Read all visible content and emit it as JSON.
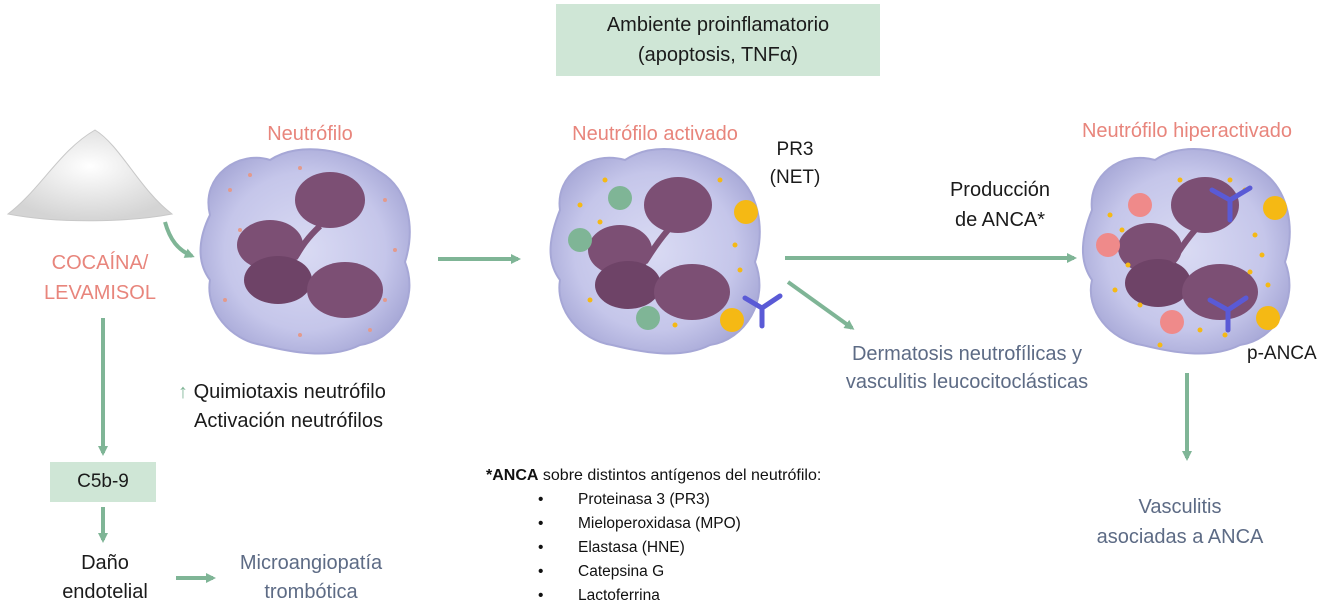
{
  "env_box": {
    "line1": "Ambiente proinflamatorio",
    "line2": "(apoptosis, TNFα)"
  },
  "labels": {
    "neutrofilo": "Neutrófilo",
    "neutrofilo_activado": "Neutrófilo activado",
    "neutrofilo_hiperactivado": "Neutrófilo hiperactivado",
    "cocaina_line1": "COCAÍNA/",
    "cocaina_line2": "LEVAMISOL",
    "pr3_line1": "PR3",
    "pr3_line2": "(NET)",
    "produccion_line1": "Producción",
    "produccion_line2": "de ANCA*",
    "p_anca": "p-ANCA",
    "dermatosis_line1": "Dermatosis neutrofílicas y",
    "dermatosis_line2": "vasculitis leucocitoclásticas",
    "quimiotaxis_arrow": "↑",
    "quimiotaxis": "Quimiotaxis neutrófilo",
    "activacion": "Activación neutrófilos",
    "c5b9": "C5b-9",
    "dano_line1": "Daño",
    "dano_line2": "endotelial",
    "micro_line1": "Microangiopatía",
    "micro_line2": "trombótica",
    "vasculitis_line1": "Vasculitis",
    "vasculitis_line2": "asociadas a ANCA"
  },
  "anca_note": {
    "prefix": "*ANCA",
    "text": " sobre distintos antígenos del neutrófilo:",
    "items": [
      "Proteinasa 3 (PR3)",
      "Mieloperoxidasa (MPO)",
      "Elastasa (HNE)",
      "Catepsina G",
      "Lactoferrina"
    ]
  },
  "colors": {
    "arrow": "#7fb596",
    "box_fill": "#cfe6d6",
    "salmon_text": "#e8857c",
    "slate_text": "#5d6b85",
    "cell_fill": "#c5c6ea",
    "nucleus": "#7c4f74",
    "granule_green": "#7fb596",
    "granule_pink": "#ef8a8a",
    "dot_yellow": "#f5b914",
    "antibody": "#5a5ad6"
  }
}
